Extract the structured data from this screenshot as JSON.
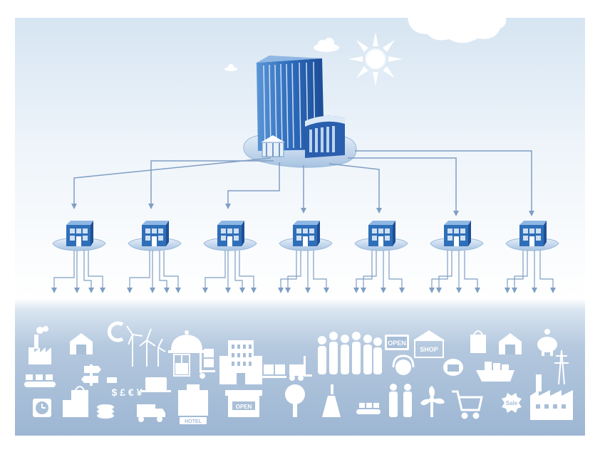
{
  "colors": {
    "sky_top": "#dbe8f3",
    "ground": "#a8bfd8",
    "connector": "#7f9ec4",
    "icon_fill": "#ffffff",
    "building_blue": "#2f6fb8",
    "building_dark": "#1f4f96",
    "platform": "#c9dcef"
  },
  "hq": {
    "icon": "headquarters-building-icon"
  },
  "branches": [
    {
      "icon": "branch-office-icon"
    },
    {
      "icon": "branch-office-icon"
    },
    {
      "icon": "branch-office-icon"
    },
    {
      "icon": "branch-office-icon"
    },
    {
      "icon": "branch-office-icon"
    },
    {
      "icon": "branch-office-icon"
    },
    {
      "icon": "branch-office-icon"
    }
  ],
  "bottom_icons": {
    "shop_sign": "SHOP",
    "open_sign_left": "OPEN",
    "open_sign_right": "OPEN",
    "sale_badge": "Sale",
    "hotel_sign": "HOTEL",
    "currency_symbols": "$ £ € ¥"
  },
  "sky": {
    "icons": [
      "sun-icon",
      "cloud-icon",
      "cloud-icon",
      "cloud-icon"
    ]
  }
}
